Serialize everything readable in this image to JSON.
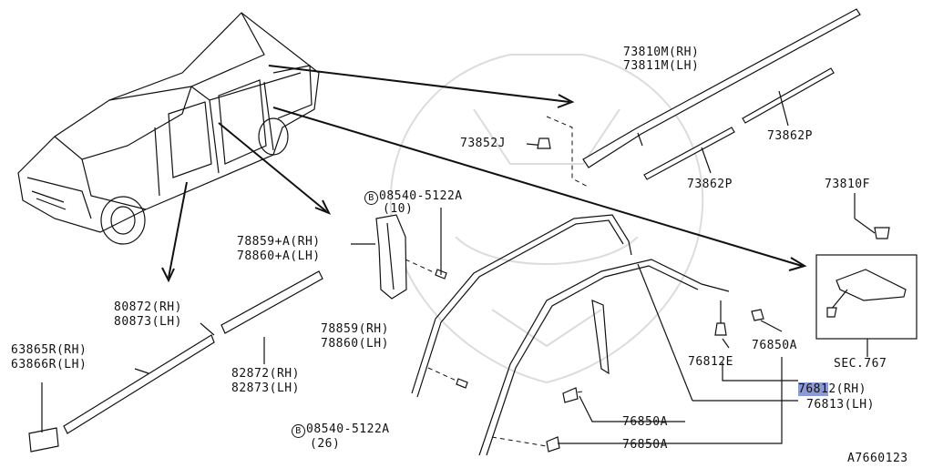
{
  "labels": {
    "roof_molding_rh": "73810M(RH)",
    "roof_molding_lh": "73811M(LH)",
    "clip_73852j": "73852J",
    "strip_upper": "73862P",
    "strip_lower": "73862P",
    "clip_73810f": "73810F",
    "screw_top_code": "08540-5122A",
    "screw_top_qty": "(10)",
    "screw_bottom_code": "08540-5122A",
    "screw_bottom_qty": "(26)",
    "screw_marker": "B",
    "pillar_finisher_rh": "78859+A(RH)",
    "pillar_finisher_lh": "78860+A(LH)",
    "sash_finisher_rh": "78859(RH)",
    "sash_finisher_lh": "78860(LH)",
    "molding_front_rh": "80872(RH)",
    "molding_front_lh": "80873(LH)",
    "molding_rear_rh": "82872(RH)",
    "molding_rear_lh": "82873(LH)",
    "molding_fender_rh": "63865R(RH)",
    "molding_fender_lh": "63866R(LH)",
    "clip_76812e": "76812E",
    "clip_76850a_right": "76850A",
    "clip_76850a_mid": "76850A",
    "clip_76850a_low": "76850A",
    "weatherstrip_rh_highlight": "7681",
    "weatherstrip_rh_rest": "2(RH)",
    "weatherstrip_lh": "76813(LH)",
    "section_ref": "SEC.767",
    "diagram_code": "A7660123"
  },
  "colors": {
    "line": "#111111",
    "highlight": "#8c9bd6",
    "watermark": "#dcdcdc"
  }
}
